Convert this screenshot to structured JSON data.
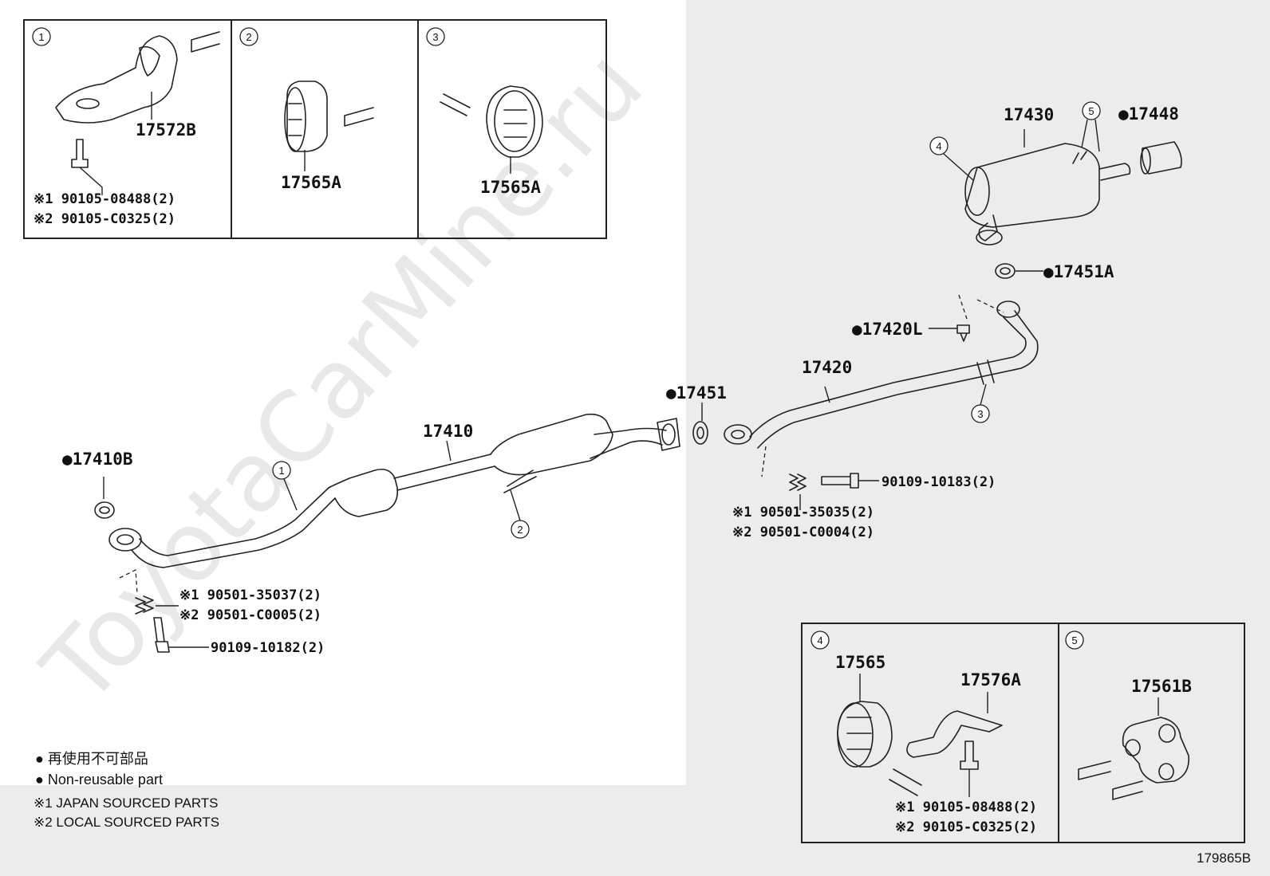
{
  "watermark": "ToyotaCarMine.ru",
  "diagram_code": "179865B",
  "detail_boxes": [
    {
      "id": "1",
      "part": "17572B",
      "bolt_japan": "※1 90105-08488(2)",
      "bolt_local": "※2 90105-C0325(2)"
    },
    {
      "id": "2",
      "part": "17565A"
    },
    {
      "id": "3",
      "part": "17565A"
    },
    {
      "id": "4",
      "part_a": "17565",
      "part_b": "17576A",
      "bolt_japan": "※1 90105-08488(2)",
      "bolt_local": "※2 90105-C0325(2)"
    },
    {
      "id": "5",
      "part": "17561B"
    }
  ],
  "parts": {
    "muffler": "17430",
    "tail_tip": "●17448",
    "muffler_gasket": "●17451A",
    "center_bolt": "●17420L",
    "center_pipe": "17420",
    "front_gasket": "●17451",
    "front_pipe": "17410",
    "manifold_gasket": "●17410B"
  },
  "callouts": [
    "1",
    "2",
    "3",
    "4",
    "5"
  ],
  "fasteners": {
    "center_spring_japan": "※1 90501-35035(2)",
    "center_spring_local": "※2 90501-C0004(2)",
    "center_bolt": "90109-10183(2)",
    "front_spring_japan": "※1 90501-35037(2)",
    "front_spring_local": "※2 90501-C0005(2)",
    "front_bolt": "90109-10182(2)"
  },
  "legend": {
    "jp": "● 再使用不可部品",
    "en": "● Non-reusable part",
    "japan": "※1 JAPAN SOURCED PARTS",
    "local": "※2 LOCAL SOURCED PARTS"
  }
}
